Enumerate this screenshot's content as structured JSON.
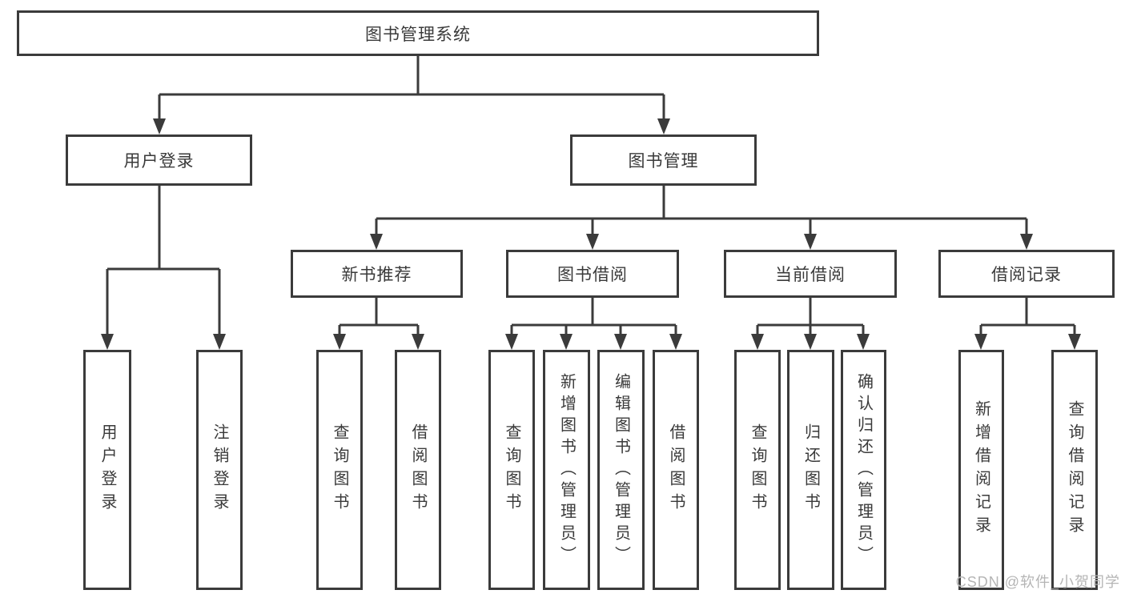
{
  "diagram": {
    "title": "图书管理系统",
    "colors": {
      "line": "#3b3b3b",
      "box_border": "#3b3b3b",
      "text": "#3a3a3a",
      "background": "#ffffff",
      "watermark": "#b5b5b5"
    },
    "nodes": {
      "root": "图书管理系统",
      "user_login": "用户登录",
      "book_management": "图书管理",
      "new_book_recommend": "新书推荐",
      "book_borrowing": "图书借阅",
      "current_borrowing": "当前借阅",
      "borrowing_records": "借阅记录",
      "leaf_user_login": "用户登录",
      "leaf_logout": "注销登录",
      "leaf_rec_query_book": "查询图书",
      "leaf_rec_borrow_book": "借阅图书",
      "leaf_bb_query_book": "查询图书",
      "leaf_bb_add_book": "新增图书（管理员）",
      "leaf_bb_edit_book": "编辑图书（管理员）",
      "leaf_bb_borrow_book": "借阅图书",
      "leaf_cb_query_book": "查询图书",
      "leaf_cb_return_book": "归还图书",
      "leaf_cb_confirm_return": "确认归还（管理员）",
      "leaf_br_add_record": "新增借阅记录",
      "leaf_br_query_record": "查询借阅记录"
    },
    "edges": [
      {
        "from": "图书管理系统",
        "to": "用户登录"
      },
      {
        "from": "图书管理系统",
        "to": "图书管理"
      },
      {
        "from": "用户登录",
        "to": "用户登录"
      },
      {
        "from": "用户登录",
        "to": "注销登录"
      },
      {
        "from": "图书管理",
        "to": "新书推荐"
      },
      {
        "from": "图书管理",
        "to": "图书借阅"
      },
      {
        "from": "图书管理",
        "to": "当前借阅"
      },
      {
        "from": "图书管理",
        "to": "借阅记录"
      },
      {
        "from": "新书推荐",
        "to": "查询图书"
      },
      {
        "from": "新书推荐",
        "to": "借阅图书"
      },
      {
        "from": "图书借阅",
        "to": "查询图书"
      },
      {
        "from": "图书借阅",
        "to": "新增图书（管理员）"
      },
      {
        "from": "图书借阅",
        "to": "编辑图书（管理员）"
      },
      {
        "from": "图书借阅",
        "to": "借阅图书"
      },
      {
        "from": "当前借阅",
        "to": "查询图书"
      },
      {
        "from": "当前借阅",
        "to": "归还图书"
      },
      {
        "from": "当前借阅",
        "to": "确认归还（管理员）"
      },
      {
        "from": "借阅记录",
        "to": "新增借阅记录"
      },
      {
        "from": "借阅记录",
        "to": "查询借阅记录"
      }
    ],
    "watermark": "CSDN @软件_小贺同学"
  }
}
